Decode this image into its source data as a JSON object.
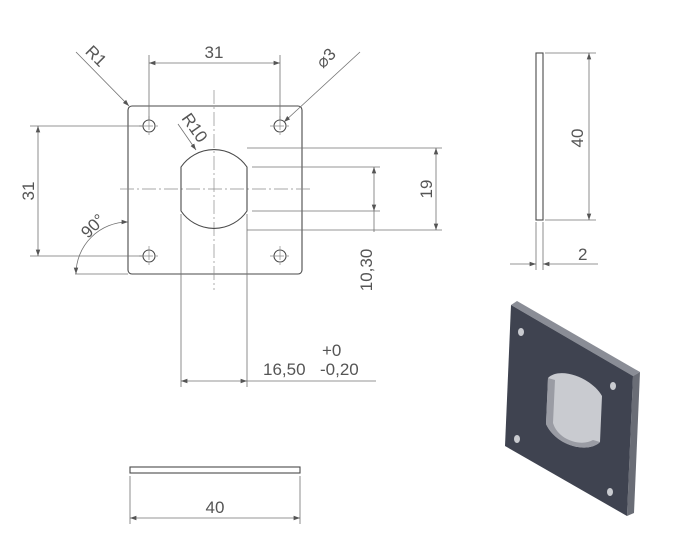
{
  "front_view": {
    "width_between_holes": "31",
    "height_between_holes": "31",
    "corner_radius": "R1",
    "hole_diameter": "⌀3",
    "cutout_radius": "R10",
    "angle": "90°",
    "cutout_flat_height": "19",
    "cutout_offset": "10,30",
    "cutout_width": "16,50",
    "tolerance_upper": "+0",
    "tolerance_lower": "-0,20"
  },
  "side_view": {
    "height": "40",
    "thickness": "2"
  },
  "top_view": {
    "width": "40"
  },
  "colors": {
    "line": "#6b6b6b",
    "text": "#555555",
    "iso_front": "#3f4350",
    "iso_edge": "#8a8d96"
  }
}
